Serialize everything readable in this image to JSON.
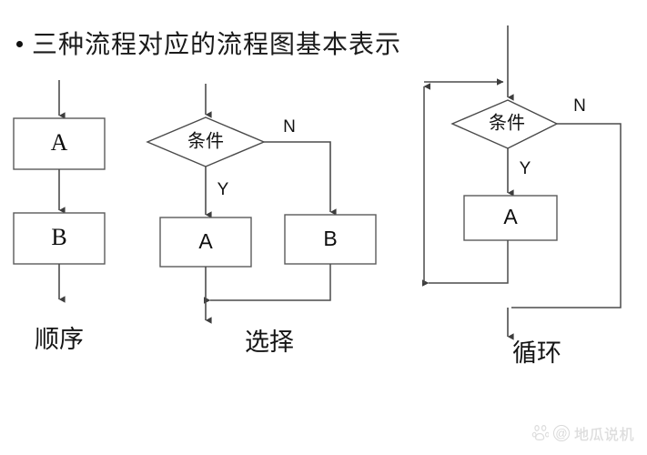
{
  "slide": {
    "title": "三种流程对应的流程图基本表示",
    "bullet_marker": "•",
    "background_color": "#ffffff",
    "line_color": "#4c4c4c"
  },
  "flowcharts": [
    {
      "id": "sequence",
      "caption": "顺序",
      "nodes": [
        {
          "kind": "process",
          "label": "A"
        },
        {
          "kind": "process",
          "label": "B"
        }
      ],
      "edge_labels": []
    },
    {
      "id": "selection",
      "caption": "选择",
      "nodes": [
        {
          "kind": "decision",
          "label": "条件"
        },
        {
          "kind": "process",
          "label": "A"
        },
        {
          "kind": "process",
          "label": "B"
        }
      ],
      "edge_labels": [
        {
          "text": "Y",
          "branch": "true"
        },
        {
          "text": "N",
          "branch": "false"
        }
      ]
    },
    {
      "id": "loop",
      "caption": "循环",
      "nodes": [
        {
          "kind": "decision",
          "label": "条件"
        },
        {
          "kind": "process",
          "label": "A"
        }
      ],
      "edge_labels": [
        {
          "text": "Y",
          "branch": "true"
        },
        {
          "text": "N",
          "branch": "false"
        }
      ]
    }
  ],
  "labels": {
    "seq_a": "A",
    "seq_b": "B",
    "seq_caption": "顺序",
    "sel_cond": "条件",
    "sel_y": "Y",
    "sel_n": "N",
    "sel_a": "A",
    "sel_b": "B",
    "sel_caption": "选择",
    "loop_cond": "条件",
    "loop_y": "Y",
    "loop_n": "N",
    "loop_a": "A",
    "loop_caption": "循环"
  },
  "watermark": {
    "handle": "地瓜说机",
    "at_symbol": "@"
  }
}
